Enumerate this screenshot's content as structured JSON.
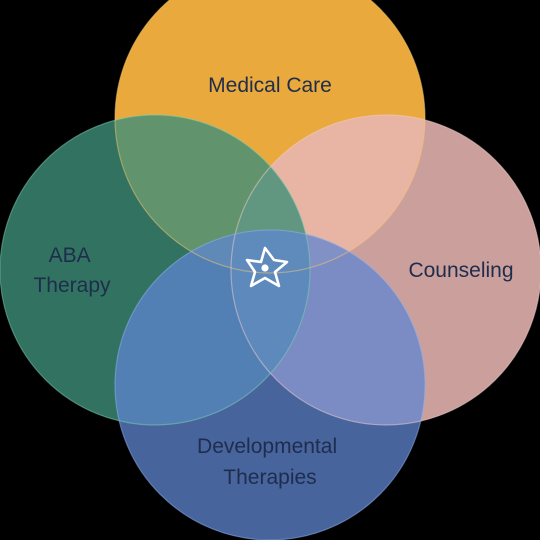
{
  "circles": [
    {
      "id": "medical-care",
      "label_lines": [
        "Medical Care"
      ],
      "color": "#f6b23f"
    },
    {
      "id": "counseling",
      "label_lines": [
        "Counseling"
      ],
      "color": "#e3b7b4"
    },
    {
      "id": "aba-therapy",
      "label_lines": [
        "ABA",
        "Therapy"
      ],
      "color": "#4f9a80"
    },
    {
      "id": "developmental-therapies",
      "label_lines": [
        "Developmental",
        "Therapies"
      ],
      "color": "#5f86d0"
    }
  ],
  "center": {
    "icon": "asterisk-network-icon",
    "color": "#ffffff"
  },
  "background": "#000000"
}
